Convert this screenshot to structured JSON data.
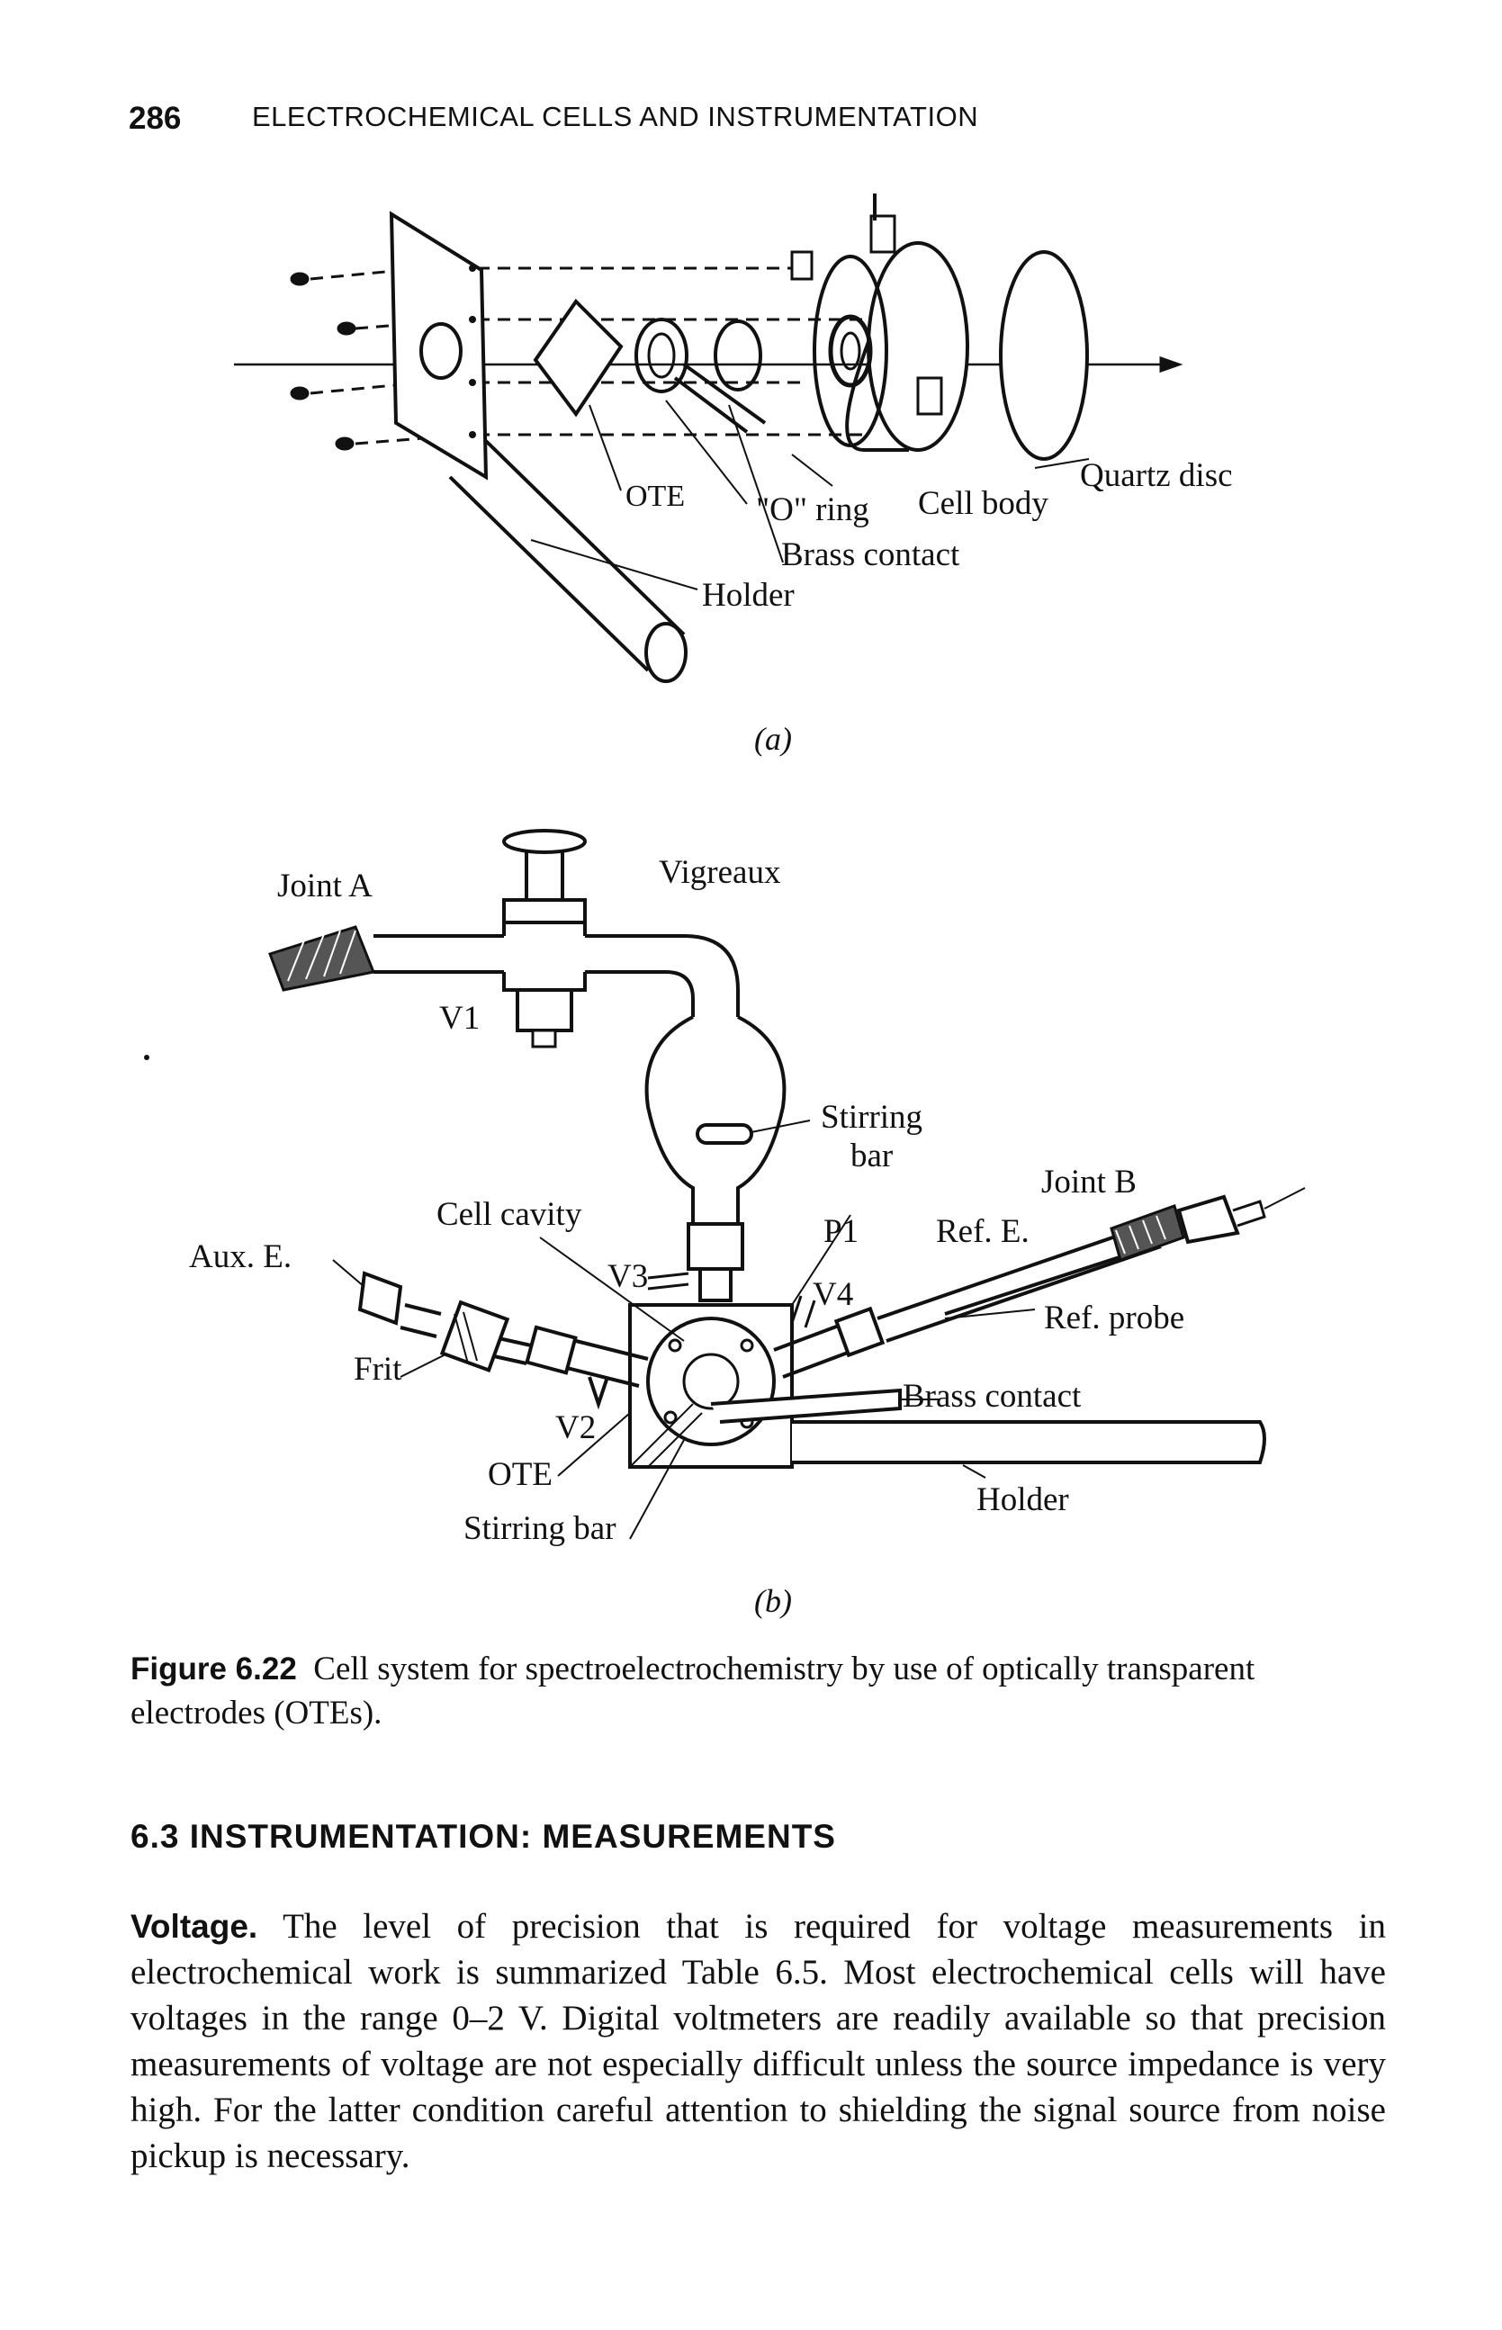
{
  "header": {
    "page_number": "286",
    "running_title": "ELECTROCHEMICAL CELLS AND INSTRUMENTATION"
  },
  "figure_a": {
    "labels": {
      "ote": "OTE",
      "o_ring": "\"O\" ring",
      "cell_body": "Cell body",
      "quartz_disc": "Quartz disc",
      "brass_contact": "Brass contact",
      "holder": "Holder"
    },
    "sublabel": "(a)"
  },
  "figure_b": {
    "labels": {
      "joint_a": "Joint A",
      "vigreaux": "Vigreaux",
      "v1": "V1",
      "stirring_bar_top": "Stirring",
      "stirring_bar_top2": "bar",
      "joint_b": "Joint B",
      "cell_cavity": "Cell cavity",
      "p1": "P1",
      "ref_e": "Ref. E.",
      "aux_e": "Aux. E.",
      "v3": "V3",
      "v4": "V4",
      "ref_probe": "Ref. probe",
      "frit": "Frit",
      "brass_contact": "Brass contact",
      "v2": "V2",
      "ote": "OTE",
      "holder": "Holder",
      "stirring_bar_bottom": "Stirring bar"
    },
    "sublabel": "(b)"
  },
  "caption": {
    "label": "Figure 6.22",
    "text": "Cell system for spectroelectrochemistry by use of optically transparent electrodes (OTEs)."
  },
  "section": {
    "heading": "6.3 INSTRUMENTATION: MEASUREMENTS"
  },
  "paragraph": {
    "run_in": "Voltage.",
    "text": "The level of precision that is required for voltage measurements in electrochemical work is summarized Table 6.5. Most electrochemical cells will have voltages in the range 0–2 V. Digital voltmeters are readily available so that precision measurements of voltage are not especially difficult unless the source impedance is very high. For the latter condition careful attention to shielding the signal source from noise pickup is necessary."
  }
}
